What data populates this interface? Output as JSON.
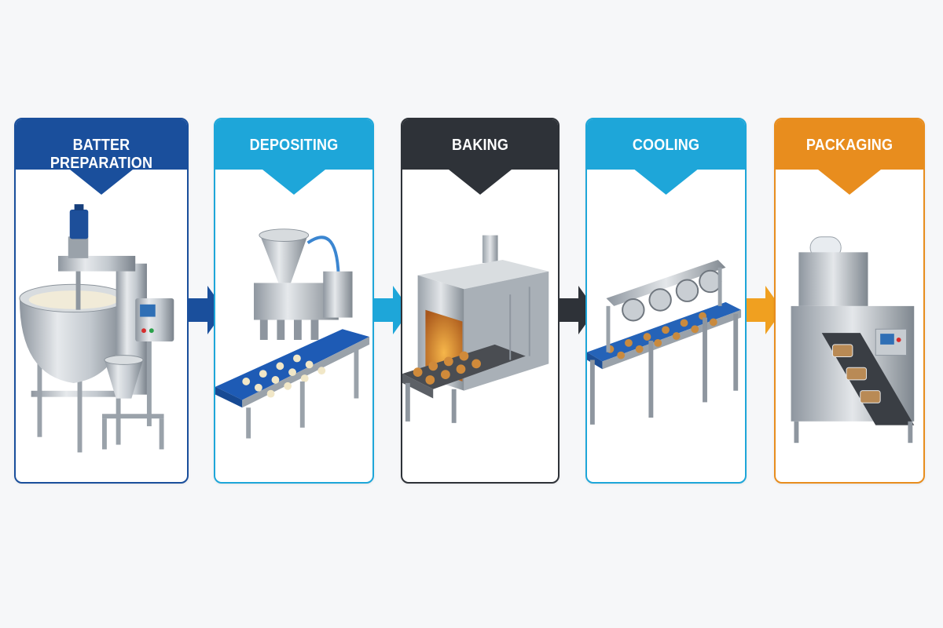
{
  "steps": [
    {
      "title": "BATTER PREPARATION",
      "color": "#1a4f9c",
      "machine": "mixer"
    },
    {
      "title": "DEPOSITING",
      "color": "#1ea6d9",
      "machine": "depositor"
    },
    {
      "title": "BAKING",
      "color": "#2e3238",
      "machine": "tunnel-oven"
    },
    {
      "title": "COOLING",
      "color": "#1ea6d9",
      "machine": "cooling-conveyor"
    },
    {
      "title": "PACKAGING",
      "color": "#e88d1e",
      "machine": "flow-wrapper"
    }
  ],
  "arrows": [
    {
      "color": "#1a4f9c",
      "icon": "arrow-right-icon"
    },
    {
      "color": "#1ea6d9",
      "icon": "arrow-right-icon"
    },
    {
      "color": "#2e3238",
      "icon": "arrow-right-icon"
    },
    {
      "color": "#f0a020",
      "icon": "arrow-right-icon"
    }
  ]
}
